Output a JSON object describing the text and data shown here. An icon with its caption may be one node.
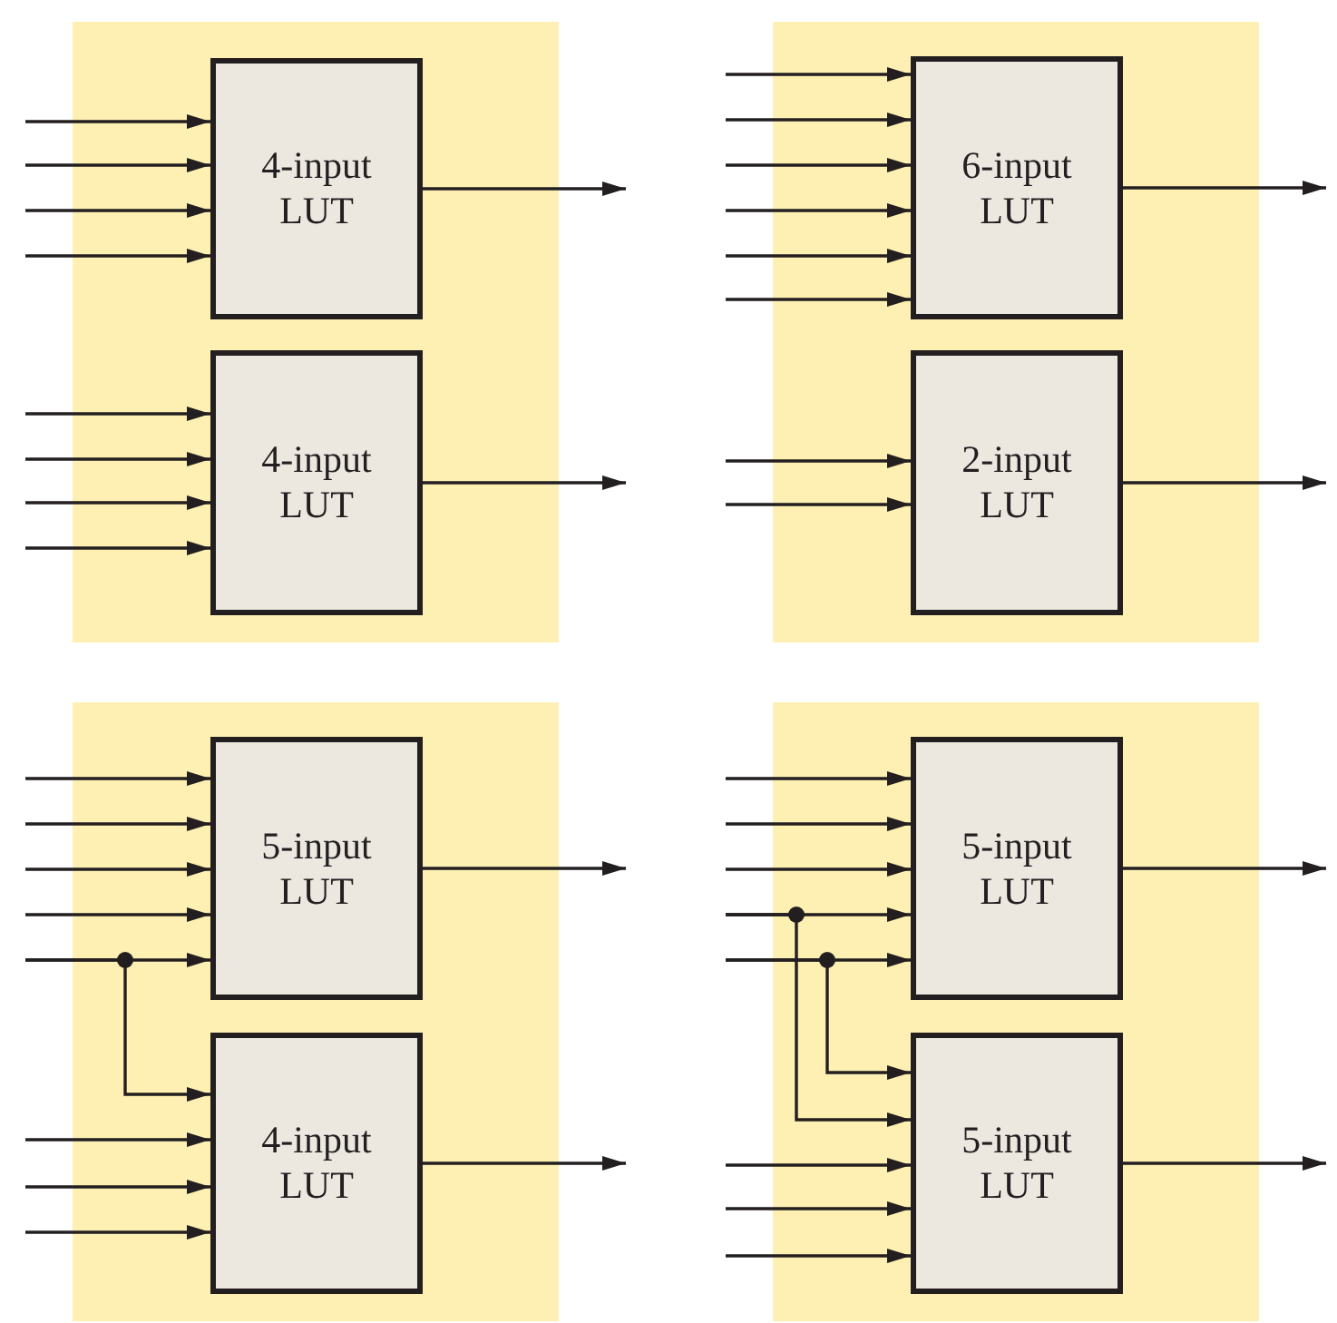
{
  "diagram": {
    "nodes": [
      {
        "text": [],
        "shape": "box"
      },
      {
        "text": [
          "4-input LUT"
        ],
        "in": 0
      },
      {
        "text": [
          "4-input LUT"
        ],
        "in": 0
      },
      {
        "text": [],
        "shape": "box"
      },
      {
        "text": [
          "6-input LUT"
        ],
        "in": 3
      },
      {
        "text": [
          "2-input LUT"
        ],
        "in": 3
      },
      {
        "text": [],
        "shape": "box"
      },
      {
        "text": [
          "5-input LUT"
        ],
        "in": 6
      },
      {
        "text": [
          "4-input LUT"
        ],
        "in": 6
      },
      {
        "text": [],
        "shape": "box"
      },
      {
        "text": [
          "5-input LUT"
        ],
        "in": 9
      },
      {
        "text": [
          "5-input LUT"
        ],
        "in": 9
      }
    ],
    "edges": [
      {
        "from": null,
        "to": 1,
        "arrow": "to"
      },
      {
        "from": null,
        "to": 1,
        "arrow": "to"
      },
      {
        "from": null,
        "to": 1,
        "arrow": "to"
      },
      {
        "from": null,
        "to": 1,
        "arrow": "to"
      },
      {
        "from": 1,
        "to": null,
        "arrow": "to"
      },
      {
        "from": null,
        "to": 2,
        "arrow": "to"
      },
      {
        "from": null,
        "to": 2,
        "arrow": "to"
      },
      {
        "from": null,
        "to": 2,
        "arrow": "to"
      },
      {
        "from": null,
        "to": 2,
        "arrow": "to"
      },
      {
        "from": 2,
        "to": null,
        "arrow": "to"
      },
      {
        "from": null,
        "to": 4,
        "arrow": "to"
      },
      {
        "from": null,
        "to": 4,
        "arrow": "to"
      },
      {
        "from": null,
        "to": 4,
        "arrow": "to"
      },
      {
        "from": null,
        "to": 4,
        "arrow": "to"
      },
      {
        "from": null,
        "to": 4,
        "arrow": "to"
      },
      {
        "from": null,
        "to": 4,
        "arrow": "to"
      },
      {
        "from": 4,
        "to": null,
        "arrow": "to"
      },
      {
        "from": null,
        "to": 5,
        "arrow": "to"
      },
      {
        "from": null,
        "to": 5,
        "arrow": "to"
      },
      {
        "from": 5,
        "to": null,
        "arrow": "to"
      },
      {
        "from": null,
        "to": 7,
        "arrow": "to"
      },
      {
        "from": null,
        "to": 7,
        "arrow": "to"
      },
      {
        "from": null,
        "to": 7,
        "arrow": "to"
      },
      {
        "from": null,
        "to": 7,
        "arrow": "to"
      },
      {
        "from": null,
        "to": 7,
        "arrow": "to"
      },
      {
        "from": 7,
        "to": null,
        "arrow": "to"
      },
      {
        "from": null,
        "to": 8,
        "arrow": "to"
      },
      {
        "from": null,
        "to": 8,
        "arrow": "to"
      },
      {
        "from": null,
        "to": 8,
        "arrow": "to"
      },
      {
        "from": null,
        "to": 8,
        "arrow": "to"
      },
      {
        "from": 8,
        "to": null,
        "arrow": "to"
      },
      {
        "from": null,
        "to": 10,
        "arrow": "to"
      },
      {
        "from": null,
        "to": 10,
        "arrow": "to"
      },
      {
        "from": null,
        "to": 10,
        "arrow": "to"
      },
      {
        "from": null,
        "to": 10,
        "arrow": "to"
      },
      {
        "from": null,
        "to": 10,
        "arrow": "to"
      },
      {
        "from": 10,
        "to": null,
        "arrow": "to"
      },
      {
        "from": null,
        "to": 11,
        "arrow": "to"
      },
      {
        "from": null,
        "to": 11,
        "arrow": "to"
      },
      {
        "from": null,
        "to": 11,
        "arrow": "to"
      },
      {
        "from": null,
        "to": 11,
        "arrow": "to"
      },
      {
        "from": null,
        "to": 11,
        "arrow": "to"
      },
      {
        "from": 11,
        "to": null,
        "arrow": "to"
      }
    ]
  }
}
